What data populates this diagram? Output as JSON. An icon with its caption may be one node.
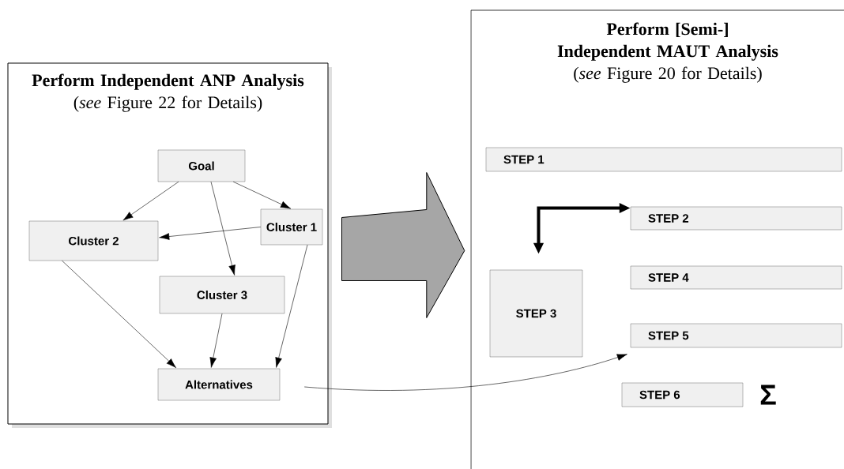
{
  "diagram": {
    "nodes": [
      {
        "text": [
          "Perform Independent ANP Analysis",
          "(*see* Figure 22 for Details)"
        ]
      },
      {
        "text": [
          "Goal"
        ],
        "in": 0
      },
      {
        "text": [
          "Cluster 2"
        ],
        "in": 0
      },
      {
        "text": [
          "Cluster 1"
        ],
        "in": 0
      },
      {
        "text": [
          "Cluster 3"
        ],
        "in": 0
      },
      {
        "text": [
          "Alternatives"
        ],
        "in": 0
      },
      {
        "text": [
          "Perform [Semi-] Independent MAUT Analysis",
          "(*see* Figure 20 for Details)"
        ]
      },
      {
        "text": [
          "STEP 1"
        ],
        "in": 6
      },
      {
        "text": [
          "STEP 2"
        ],
        "in": 6
      },
      {
        "text": [
          "STEP 3"
        ],
        "in": 6
      },
      {
        "text": [
          "STEP 4"
        ],
        "in": 6
      },
      {
        "text": [
          "STEP 5"
        ],
        "in": 6
      },
      {
        "text": [
          "STEP 6"
        ],
        "in": 6
      }
    ],
    "edges": [
      {
        "from": 1,
        "to": 2,
        "arrow": "to"
      },
      {
        "from": 1,
        "to": 4,
        "arrow": "to"
      },
      {
        "from": 1,
        "to": 3,
        "arrow": "to"
      },
      {
        "from": 3,
        "to": 2,
        "arrow": "to"
      },
      {
        "from": 2,
        "to": 5,
        "arrow": "to"
      },
      {
        "from": 4,
        "to": 5,
        "arrow": "to"
      },
      {
        "from": 3,
        "to": 5,
        "arrow": "to"
      },
      {
        "from": 0,
        "to": 6,
        "arrow": "to",
        "style": "thick",
        "color": "#a6a6a6"
      },
      {
        "from": 9,
        "to": 8,
        "arrow": "both",
        "style": "thick"
      },
      {
        "from": 5,
        "to": 11,
        "arrow": "to"
      }
    ],
    "labels": [
      "Σ"
    ]
  }
}
